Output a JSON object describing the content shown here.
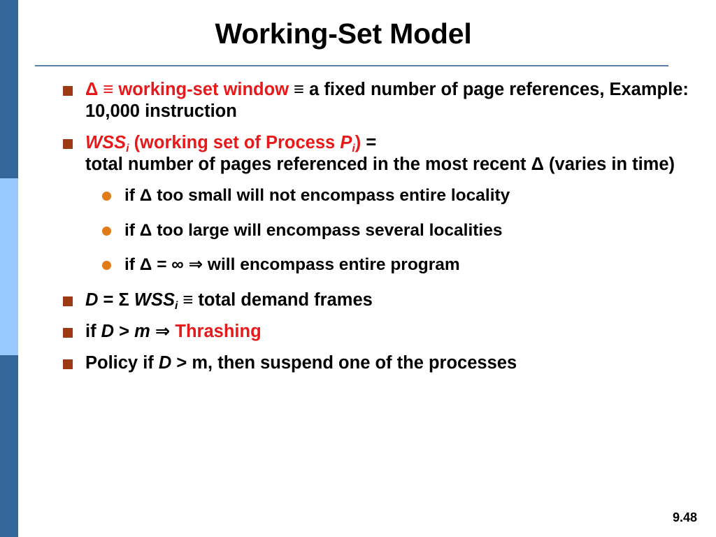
{
  "slide": {
    "title": "Working-Set Model",
    "page_number": "9.48",
    "colors": {
      "sidebar_dark": "#336699",
      "sidebar_light": "#99CAFF",
      "rule": "#5C7FA8",
      "bullet_square": "#9C3A16",
      "bullet_dot": "#E07B18",
      "accent_red": "#E8191B",
      "text": "#000000",
      "background": "#FFFFFF"
    }
  },
  "bullets": [
    {
      "level": 1,
      "marker": "square-bullet",
      "segments": [
        {
          "text": "Δ ≡ working-set window",
          "style": "red-bold"
        },
        {
          "text": " ≡ a fixed number of page references, Example:  10,000 instruction",
          "style": "black-bold"
        }
      ],
      "plain": "Δ ≡ working-set window ≡ a fixed number of page references, Example:  10,000 instruction"
    },
    {
      "level": 1,
      "marker": "square-bullet",
      "segments": [
        {
          "text": "WSS",
          "style": "red-bold-italic"
        },
        {
          "text": "i",
          "style": "red-bold-italic-subscript"
        },
        {
          "text": " (working set of Process ",
          "style": "red-bold"
        },
        {
          "text": "P",
          "style": "red-bold-italic"
        },
        {
          "text": "i",
          "style": "red-bold-italic-subscript"
        },
        {
          "text": ")",
          "style": "red-bold"
        },
        {
          "text": " =",
          "style": "black-bold"
        },
        {
          "text": "total number of pages referenced in the most recent Δ (varies in time)",
          "style": "black-bold-newline"
        }
      ],
      "plain": "WSSi (working set of Process Pi) = total number of pages referenced in the most recent Δ (varies in time)"
    },
    {
      "level": 2,
      "marker": "dot-bullet",
      "plain": "if Δ too small will not encompass entire locality"
    },
    {
      "level": 2,
      "marker": "dot-bullet",
      "plain": "if Δ too large will encompass several localities"
    },
    {
      "level": 2,
      "marker": "dot-bullet",
      "plain": "if Δ = ∞ ⇒ will encompass entire program"
    },
    {
      "level": 1,
      "marker": "square-bullet",
      "plain": "D = Σ WSSi ≡ total demand frames"
    },
    {
      "level": 1,
      "marker": "square-bullet",
      "segments": [
        {
          "text": "if D > m ⇒ ",
          "style": "black-bold"
        },
        {
          "text": "Thrashing",
          "style": "red-bold"
        }
      ],
      "plain": "if D > m ⇒ Thrashing"
    },
    {
      "level": 1,
      "marker": "square-bullet",
      "plain": "Policy if D > m, then suspend one of the processes"
    }
  ],
  "text": {
    "b1_red": "Δ ≡ working-set window",
    "b1_black": " ≡ a fixed number of page references, Example:  10,000 instruction",
    "b2_wss": "WSS",
    "b2_sub_i": "i",
    "b2_paren_open": " (working set of Process ",
    "b2_p": "P",
    "b2_sub_i2": "i",
    "b2_paren_close": ")",
    "b2_equals": " =",
    "b2_line2": "total number of pages referenced in the most recent Δ (varies in time)",
    "sub1": "if Δ too small will not encompass entire locality",
    "sub2": "if Δ too large will encompass several localities",
    "sub3": "if Δ = ∞ ⇒ will encompass entire program",
    "b3_d": "D",
    "b3_mid": " = Σ ",
    "b3_wss": "WSS",
    "b3_sub_i": "i",
    "b3_tail": " ≡ total demand frames",
    "b4_if": "if ",
    "b4_d": "D",
    "b4_gt": " > ",
    "b4_m": "m",
    "b4_arrow": " ⇒ ",
    "b4_thrashing": "Thrashing",
    "b5_pre": "Policy if ",
    "b5_d": "D",
    "b5_post": " > m, then suspend one of the processes"
  }
}
